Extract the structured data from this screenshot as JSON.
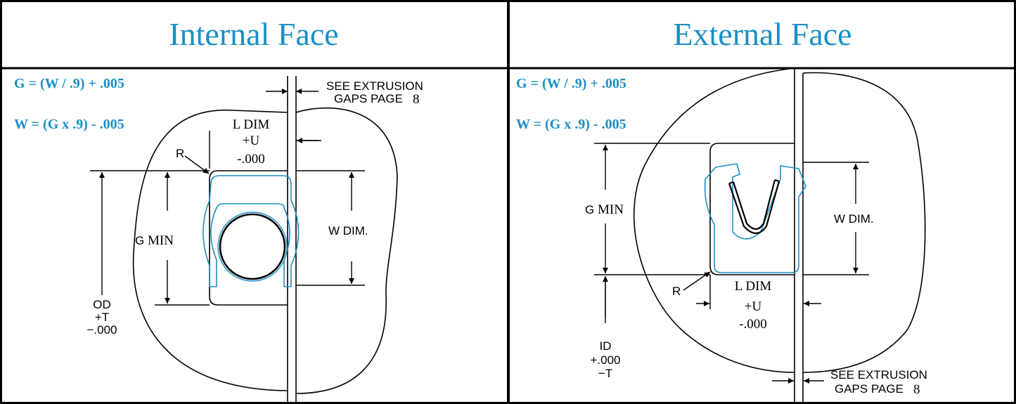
{
  "colors": {
    "accent": "#1a8fc4",
    "line": "#000000"
  },
  "panels": {
    "internal": {
      "title": "Internal Face",
      "formula_g": "G = (W / .9) + .005",
      "formula_w": "W = (G x .9) - .005",
      "see_extrusion": "SEE EXTRUSION",
      "gaps_page": "GAPS PAGE",
      "gaps_page_num": "8",
      "l_dim": "L DIM",
      "plus_u": "+U",
      "minus_zero": "-.000",
      "r": "R",
      "g": "G",
      "g_min": "MIN",
      "w_dim": "W DIM.",
      "od": "OD",
      "plus_t": "+T",
      "od_minus_zero": "−.000"
    },
    "external": {
      "title": "External Face",
      "formula_g": "G = (W / .9) + .005",
      "formula_w": "W = (G x .9) - .005",
      "g": "G",
      "g_min": "MIN",
      "w_dim": "W DIM.",
      "r": "R",
      "l_dim": "L DIM",
      "plus_u": "+U",
      "minus_zero": "-.000",
      "id": "ID",
      "plus_zero": "+.000",
      "minus_t": "−T",
      "see_extrusion": "SEE EXTRUSION",
      "gaps_page": "GAPS PAGE",
      "gaps_page_num": "8"
    }
  }
}
